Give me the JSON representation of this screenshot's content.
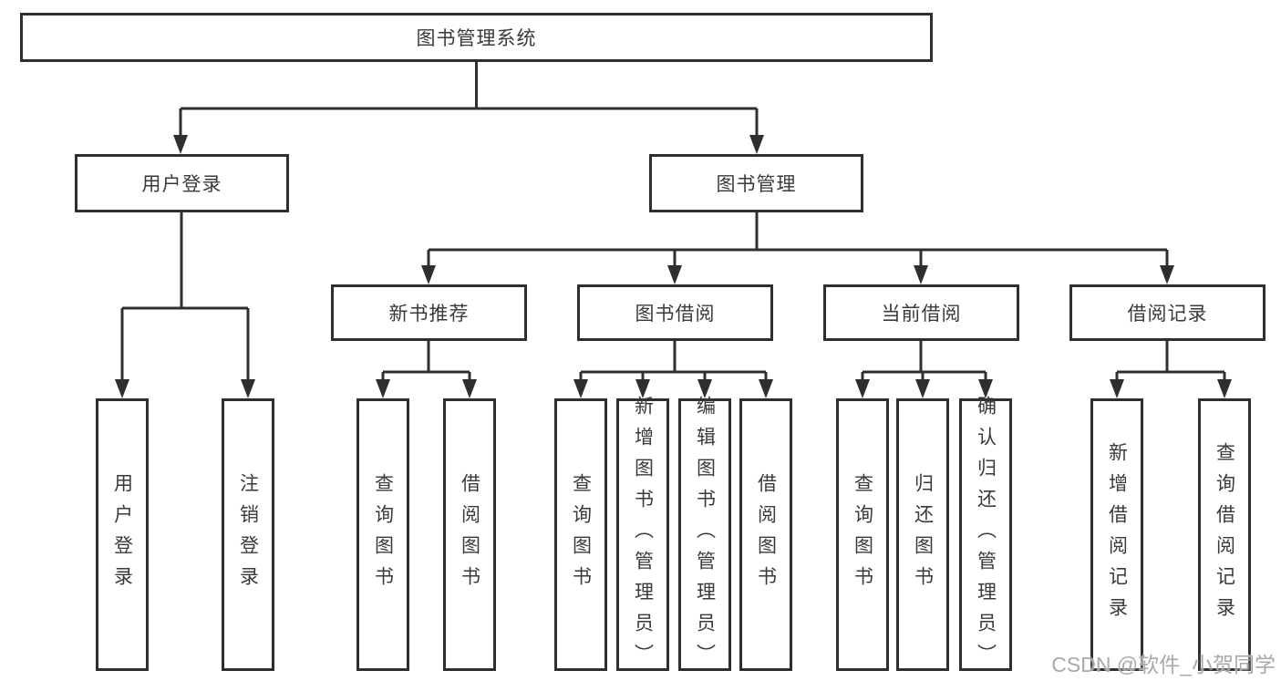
{
  "diagram_title": "图书管理系统",
  "tree": {
    "root": {
      "label": "图书管理系统",
      "children": [
        {
          "label": "用户登录",
          "children": [
            {
              "label": "用户登录"
            },
            {
              "label": "注销登录"
            }
          ]
        },
        {
          "label": "图书管理",
          "children": [
            {
              "label": "新书推荐",
              "children": [
                {
                  "label": "查询图书"
                },
                {
                  "label": "借阅图书"
                }
              ]
            },
            {
              "label": "图书借阅",
              "children": [
                {
                  "label": "查询图书"
                },
                {
                  "label": "新增图书（管理员）"
                },
                {
                  "label": "编辑图书（管理员）"
                },
                {
                  "label": "借阅图书"
                }
              ]
            },
            {
              "label": "当前借阅",
              "children": [
                {
                  "label": "查询图书"
                },
                {
                  "label": "归还图书"
                },
                {
                  "label": "确认归还（管理员）"
                }
              ]
            },
            {
              "label": "借阅记录",
              "children": [
                {
                  "label": "新增借阅记录"
                },
                {
                  "label": "查询借阅记录"
                }
              ]
            }
          ]
        }
      ]
    }
  },
  "watermark": {
    "text": "CSDN @软件_小贺同学"
  },
  "colors": {
    "line": "#2f2f2f",
    "text": "#3a3a3a",
    "box_background": "#ffffff",
    "watermark": "#a9a9a9",
    "background": "#ffffff"
  }
}
